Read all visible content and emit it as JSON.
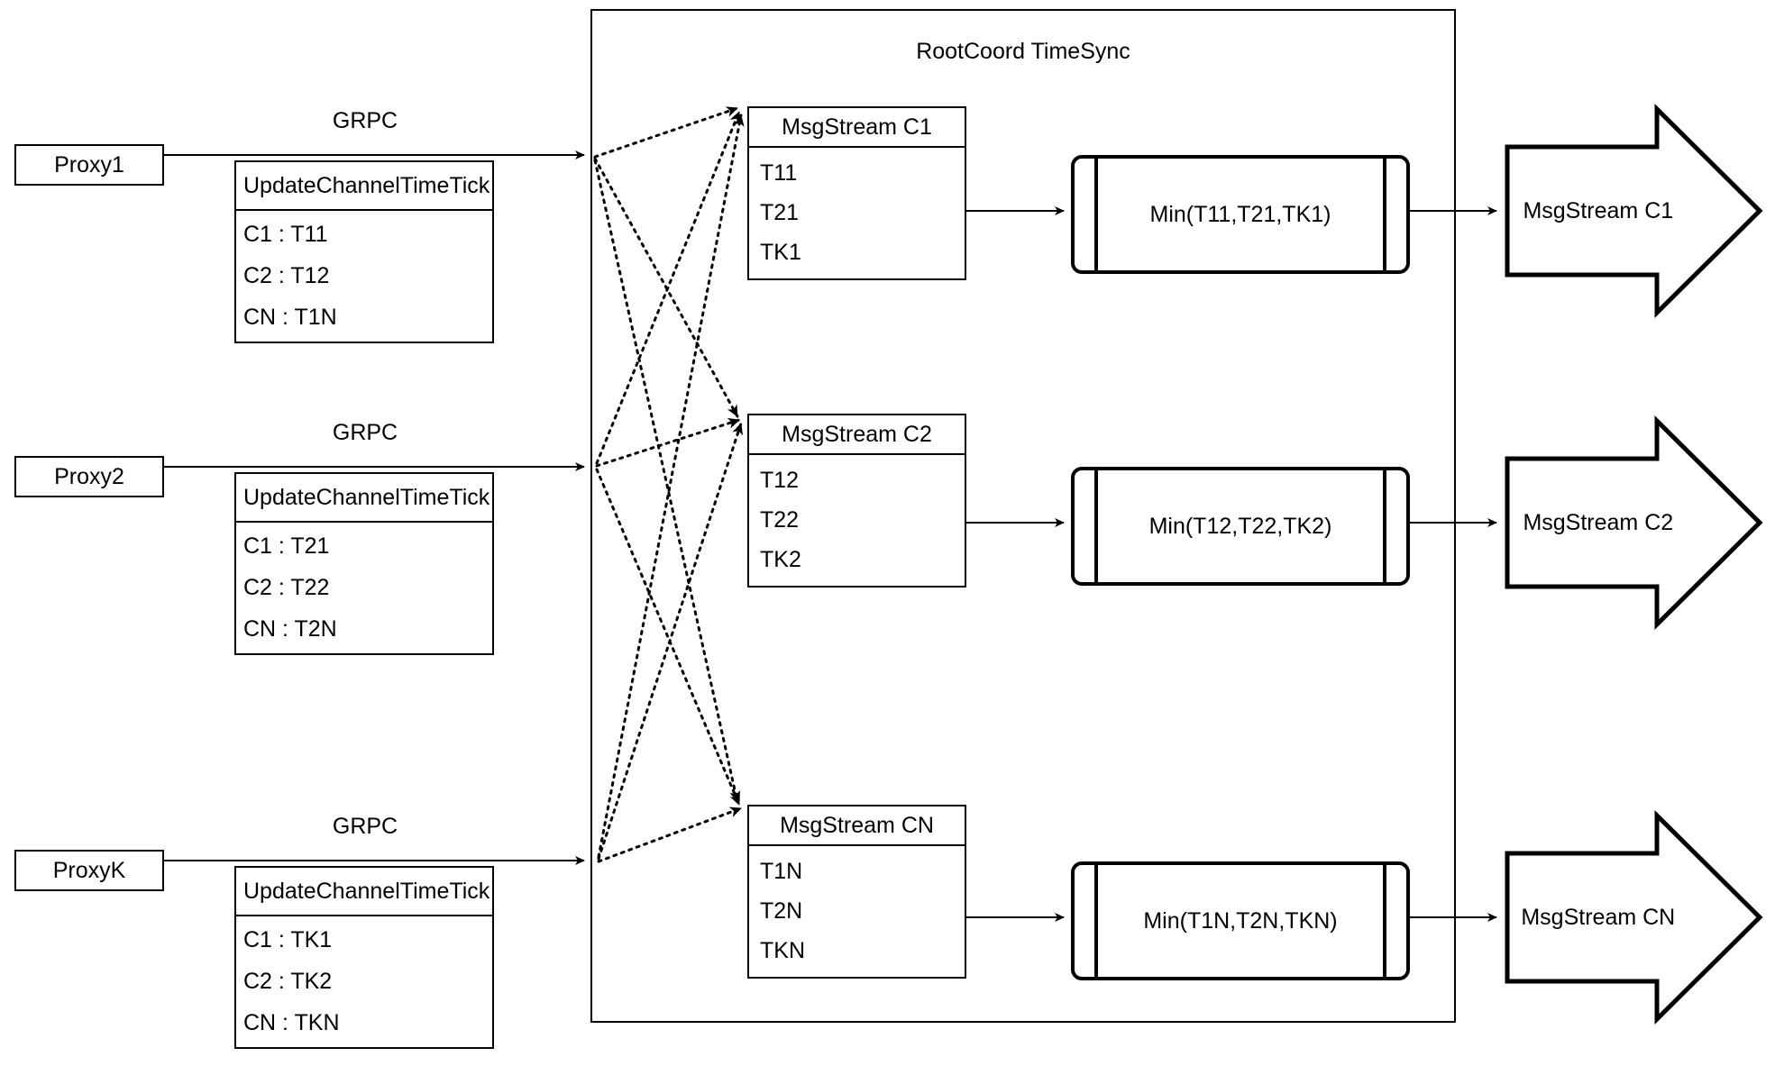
{
  "diagram": {
    "title": "RootCoord TimeSync",
    "container_label": "RootCoord TimeSync"
  },
  "proxies": [
    {
      "name": "Proxy1",
      "link_label": "GRPC",
      "request": {
        "header": "UpdateChannelTimeTick",
        "rows": [
          "C1 :  T11",
          "C2 :  T12",
          "CN : T1N"
        ]
      }
    },
    {
      "name": "Proxy2",
      "link_label": "GRPC",
      "request": {
        "header": "UpdateChannelTimeTick",
        "rows": [
          "C1 :  T21",
          "C2 :  T22",
          "CN : T2N"
        ]
      }
    },
    {
      "name": "ProxyK",
      "link_label": "GRPC",
      "request": {
        "header": "UpdateChannelTimeTick",
        "rows": [
          "C1 :  TK1",
          "C2 :  TK2",
          "CN : TKN"
        ]
      }
    }
  ],
  "channels": [
    {
      "msgstream": {
        "header": "MsgStream C1",
        "rows": [
          "T11",
          "T21",
          "TK1"
        ]
      },
      "process": "Min(T11,T21,TK1)",
      "output": "MsgStream C1"
    },
    {
      "msgstream": {
        "header": "MsgStream C2",
        "rows": [
          "T12",
          "T22",
          "TK2"
        ]
      },
      "process": "Min(T12,T22,TK2)",
      "output": "MsgStream C2"
    },
    {
      "msgstream": {
        "header": "MsgStream CN",
        "rows": [
          "T1N",
          "T2N",
          "TKN"
        ]
      },
      "process": "Min(T1N,T2N,TKN)",
      "output": "MsgStream CN"
    }
  ],
  "colors": {
    "stroke": "#000000",
    "background": "#ffffff"
  }
}
